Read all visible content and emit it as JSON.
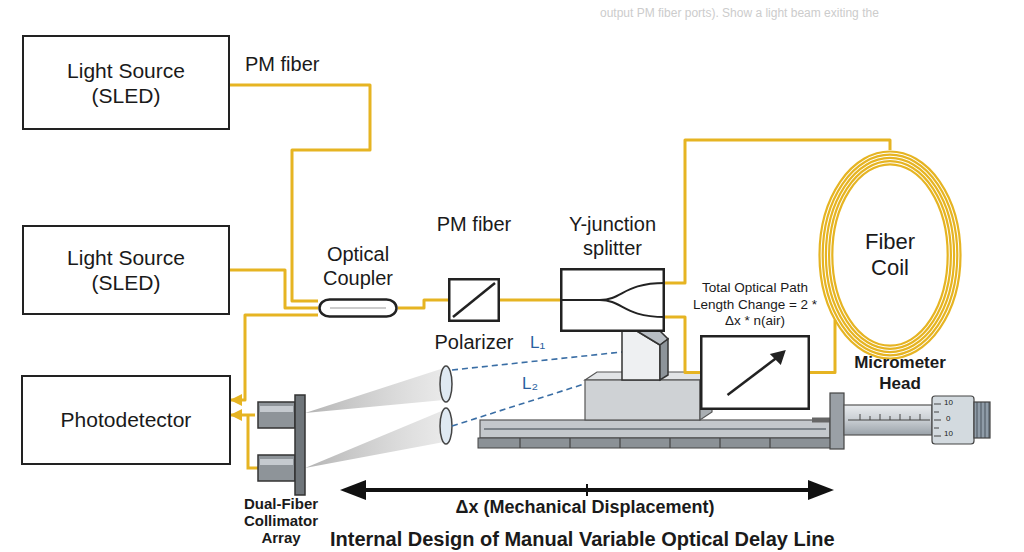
{
  "diagram": {
    "caption": "Internal Design of Manual Variable Optical Delay Line",
    "nodes": [
      {
        "text": [
          "Light Source (SLED)"
        ]
      },
      {
        "text": [
          "Light Source (SLED)"
        ]
      },
      {
        "text": [
          "Photodetector"
        ]
      },
      {
        "text": [
          "Optical Coupler"
        ]
      },
      {
        "text": [
          "Polarizer"
        ]
      },
      {
        "text": [
          "Y-junction splitter"
        ]
      },
      {
        "text": [
          "Fiber Coil"
        ]
      },
      {
        "text": [
          "Total Optical Path Length Change = 2 * Δx * n(air)"
        ]
      },
      {
        "text": [
          "Dual-Fiber Collimator Array"
        ]
      }
    ],
    "edges": [
      {
        "from": 0,
        "to": 3,
        "arrow": "none"
      },
      {
        "from": 1,
        "to": 3,
        "arrow": "none"
      },
      {
        "from": 3,
        "to": 2,
        "arrow": "to"
      },
      {
        "from": 8,
        "to": 2,
        "arrow": "to"
      },
      {
        "from": 3,
        "to": 4,
        "arrow": "none"
      },
      {
        "from": 4,
        "to": 5,
        "arrow": "none"
      },
      {
        "from": 5,
        "to": 6,
        "arrow": "none"
      },
      {
        "from": 5,
        "to": 7,
        "arrow": "none"
      },
      {
        "from": 7,
        "to": 6,
        "arrow": "none"
      }
    ],
    "labels": [
      "PM fiber",
      "PM fiber",
      "L₁",
      "L₂",
      "Δx (Mechanical Displacement)",
      "Micrometer Head",
      "10",
      "0",
      "10",
      "output PM fiber ports). Show a light beam exiting the"
    ]
  }
}
